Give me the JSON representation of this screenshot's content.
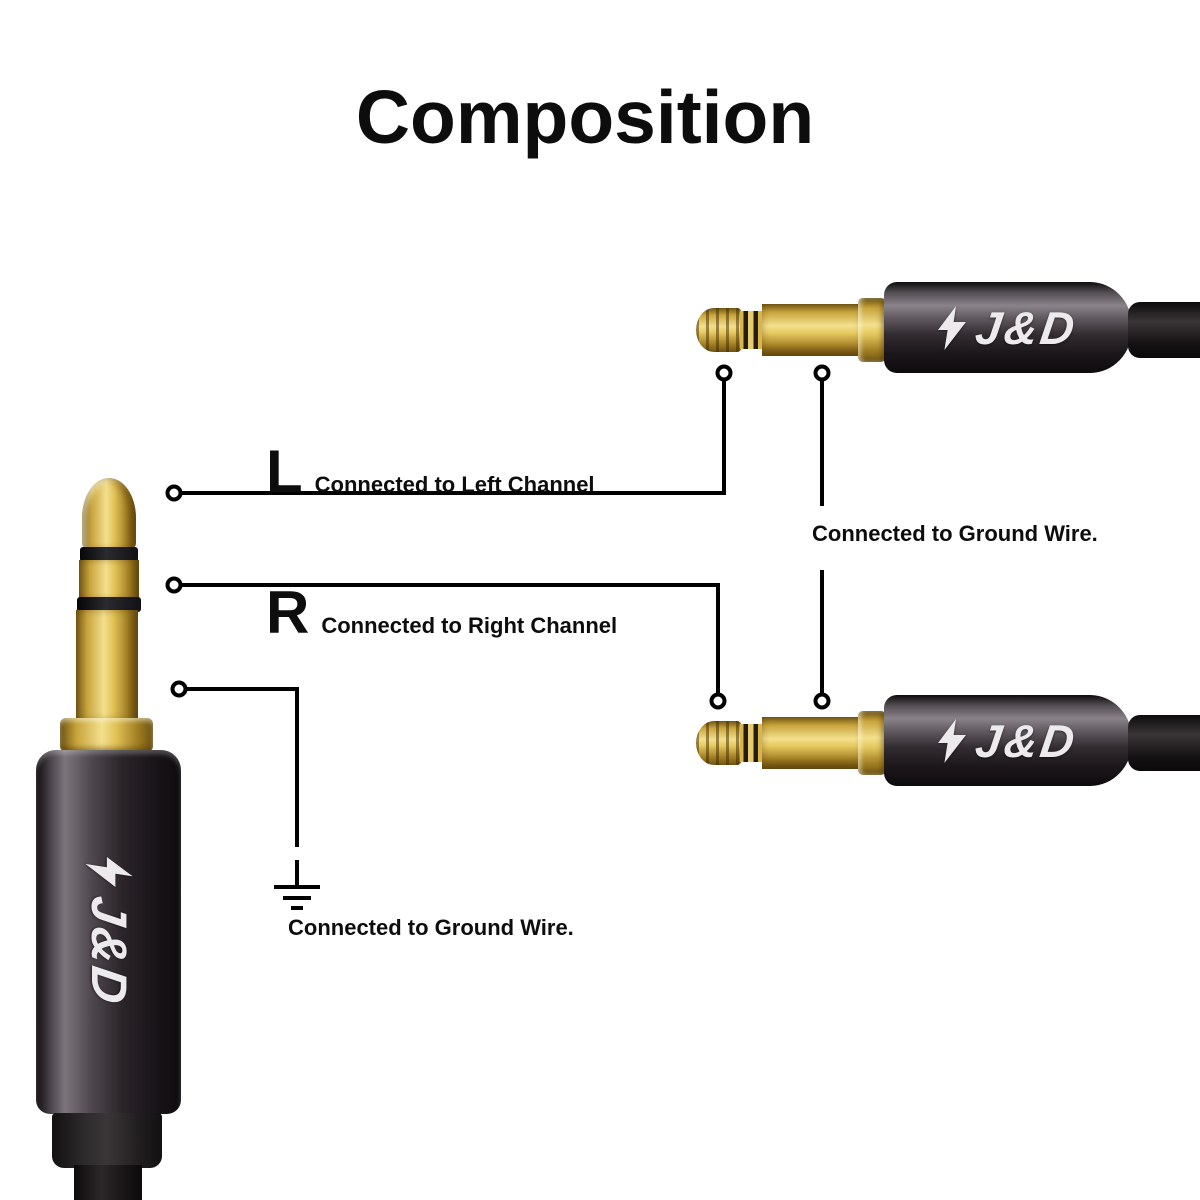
{
  "title": "Composition",
  "brand": {
    "logo_text": "J&D",
    "logo_icon": "lightning-bolt"
  },
  "labels": {
    "left": {
      "tag": "L",
      "text": "Connected to Left Channel"
    },
    "right": {
      "tag": "R",
      "text": "Connected to Right Channel"
    },
    "ground_right": {
      "text": "Connected to Ground Wire."
    },
    "ground_left": {
      "text": "Connected to Ground Wire."
    }
  },
  "colors": {
    "background": "#ffffff",
    "line": "#000000",
    "text": "#0d0d0d",
    "gold": "#d9b44a",
    "gunmetal": "#3a3237",
    "cable": "#141114",
    "logo": "#eceaec"
  }
}
